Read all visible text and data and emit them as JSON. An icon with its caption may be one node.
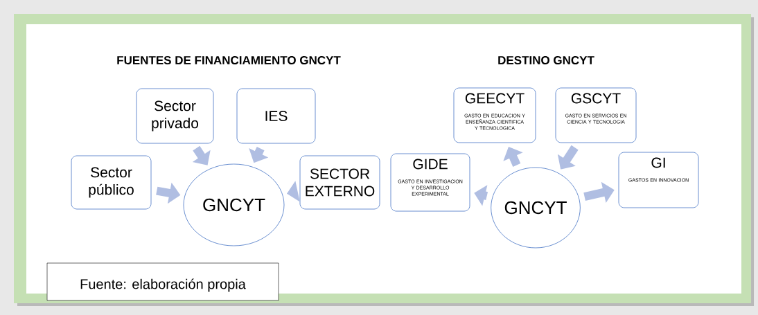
{
  "diagram": {
    "caption": "Fuente: elaboración propia",
    "nodes": [
      {
        "text": [
          "Sector público"
        ]
      },
      {
        "text": [
          "Sector privado"
        ]
      },
      {
        "text": [
          "IES"
        ]
      },
      {
        "text": [
          "SECTOR EXTERNO"
        ]
      },
      {
        "text": [
          "GNCYT"
        ]
      },
      {
        "text": [
          "GEECYT",
          "GASTO EN EDUCACION Y ENSEÑANZA CIENTIFICA Y TECNOLOGICA"
        ]
      },
      {
        "text": [
          "GSCYT",
          "GASTO EN SERVICIOS EN CIENCIA Y TECNOLOGIA"
        ]
      },
      {
        "text": [
          "GIDE",
          "GASTO EN INVESTIGACION Y DESARROLLO EXPERIMENTAL"
        ]
      },
      {
        "text": [
          "GI",
          "GASTOS EN INNOVACION"
        ]
      },
      {
        "text": [
          "GNCYT"
        ]
      }
    ],
    "edges": [
      {
        "from": 0,
        "to": 4,
        "arrow": "to"
      },
      {
        "from": 1,
        "to": 4,
        "arrow": "to"
      },
      {
        "from": 2,
        "to": 4,
        "arrow": "to"
      },
      {
        "from": 3,
        "to": 4,
        "arrow": "to"
      },
      {
        "from": 9,
        "to": 5,
        "arrow": "to"
      },
      {
        "from": 6,
        "to": 9,
        "arrow": "to"
      },
      {
        "from": 9,
        "to": 7,
        "arrow": "to"
      },
      {
        "from": 9,
        "to": 8,
        "arrow": "to"
      }
    ],
    "labels": [
      "FUENTES DE FINANCIAMIENTO GNCYT",
      "DESTINO GNCYT"
    ]
  }
}
